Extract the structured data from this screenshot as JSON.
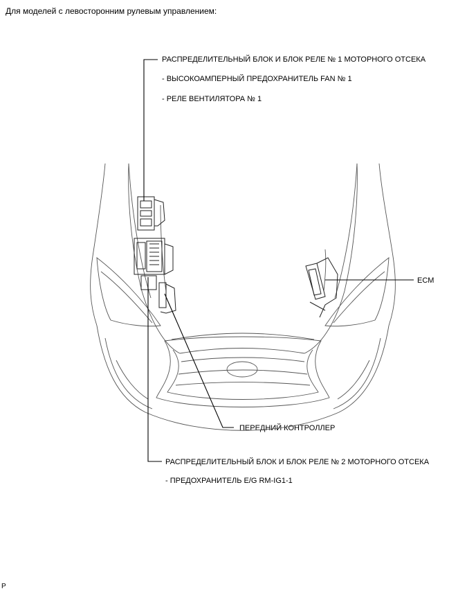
{
  "heading": "Для моделей с левосторонним рулевым управлением:",
  "labels": {
    "block1": "РАСПРЕДЕЛИТЕЛЬНЫЙ БЛОК И БЛОК РЕЛЕ № 1 МОТОРНОГО ОТСЕКА",
    "block1_fuse": "- ВЫСОКОАМПЕРНЫЙ ПРЕДОХРАНИТЕЛЬ FAN № 1",
    "block1_relay": "- РЕЛЕ ВЕНТИЛЯТОРА № 1",
    "ecm": "ECM",
    "front_controller": "ПЕРЕДНИЙ КОНТРОЛЛЕР",
    "block2": "РАСПРЕДЕЛИТЕЛЬНЫЙ БЛОК И БЛОК РЕЛЕ № 2 МОТОРНОГО ОТСЕКА",
    "block2_fuse": "- ПРЕДОХРАНИТЕЛЬ E/G RM-IG1-1"
  },
  "corner_mark": "P"
}
